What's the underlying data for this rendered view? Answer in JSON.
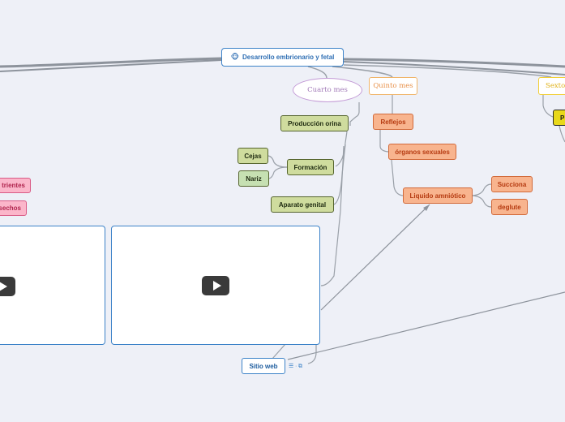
{
  "root": {
    "label": "Desarrollo embrionario y fetal",
    "emoji": "🐵"
  },
  "months": {
    "cuarto": "Cuarto mes",
    "quinto": "Quinto mes",
    "sexto": "Sexto"
  },
  "cuarto_children": {
    "produccion_orina": "Producción orina",
    "formacion": "Formación",
    "cejas": "Cejas",
    "nariz": "Nariz",
    "aparato_genital": "Aparato genital"
  },
  "quinto_children": {
    "reflejos": "Reflejos",
    "organos_sexuales": "órganos sexuales",
    "liquido_amniotico": "Liquido amniótico",
    "succiona": "Succiona",
    "deglute": "deglute"
  },
  "sexto_children": {
    "partial_label": "P"
  },
  "left_items": {
    "nutrientes": "trientes",
    "desechos": "sechos"
  },
  "link": {
    "label": "Sitio web"
  },
  "icons": {
    "video_play": "play-icon",
    "notes": "notes-icon",
    "attachment": "link-icon"
  },
  "colors": {
    "root_border": "#3c82c8",
    "green_node": "#cfdc9e",
    "salmon_node": "#f8b48e",
    "pink_node": "#fbb6ca",
    "yellow_node": "#e8d81a",
    "connector": "#8d939c"
  }
}
